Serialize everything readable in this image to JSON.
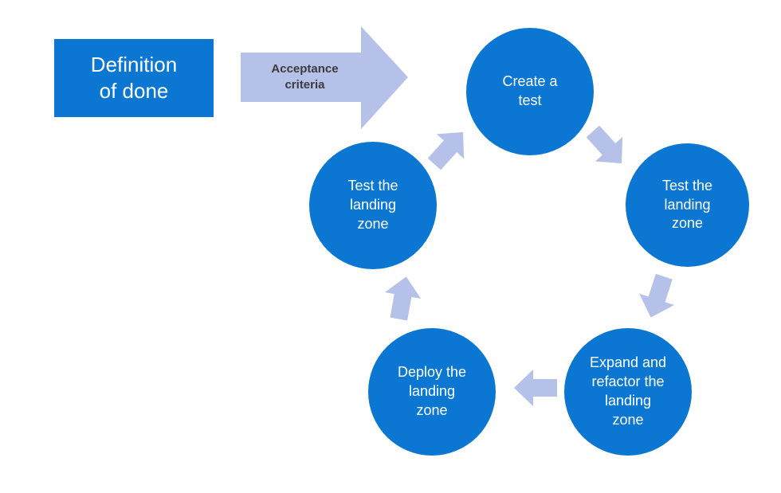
{
  "diagram": {
    "definition_box": {
      "label": "Definition\nof done"
    },
    "acceptance_arrow": {
      "label": "Acceptance\ncriteria"
    },
    "cycle": [
      {
        "id": "create-a-test",
        "label": "Create a\ntest"
      },
      {
        "id": "test-landing-zone-right",
        "label": "Test the\nlanding\nzone"
      },
      {
        "id": "expand-refactor-landing-zone",
        "label": "Expand and\nrefactor the\nlanding\nzone"
      },
      {
        "id": "deploy-landing-zone",
        "label": "Deploy the\nlanding\nzone"
      },
      {
        "id": "test-landing-zone-left",
        "label": "Test the\nlanding\nzone"
      }
    ],
    "colors": {
      "node_fill": "#0b77d2",
      "arrow_fill": "#b6c1e9",
      "node_text": "#ffffff",
      "arrow_text": "#3b3b3b",
      "background": "#ffffff"
    }
  }
}
